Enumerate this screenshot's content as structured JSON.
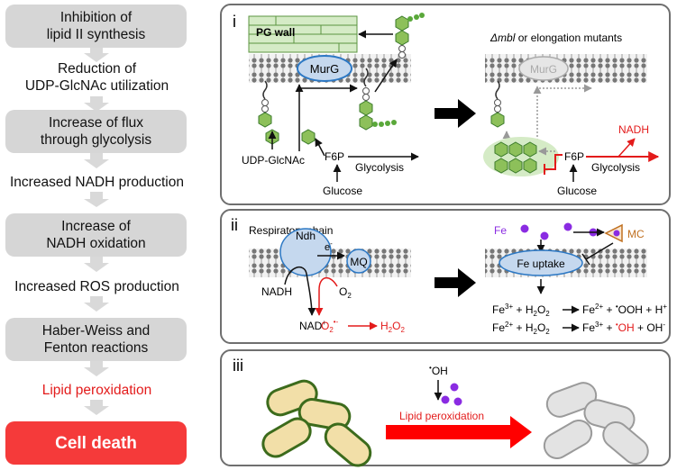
{
  "flow": {
    "steps": [
      {
        "text": "Inhibition of\nlipid II synthesis",
        "kind": "box"
      },
      {
        "text": "Reduction of\nUDP-GlcNAc utilization",
        "kind": "plain"
      },
      {
        "text": "Increase of flux\nthrough glycolysis",
        "kind": "box"
      },
      {
        "text": "Increased NADH production",
        "kind": "plain"
      },
      {
        "text": "Increase of\nNADH oxidation",
        "kind": "box"
      },
      {
        "text": "Increased ROS production",
        "kind": "plain"
      },
      {
        "text": "Haber-Weiss and\nFenton reactions",
        "kind": "box"
      },
      {
        "text": "Lipid peroxidation",
        "kind": "plain-red"
      },
      {
        "text": "Cell death",
        "kind": "death"
      }
    ]
  },
  "panel_i": {
    "label": "i",
    "pg_wall": "PG wall",
    "murg": "MurG",
    "udp_glcnac": "UDP-GlcNAc",
    "f6p": "F6P",
    "glycolysis": "Glycolysis",
    "glucose": "Glucose",
    "mutant_title_italic": "Δmbl",
    "mutant_title_rest": " or elongation mutants",
    "nadh": "NADH",
    "f6p_right": "F6P",
    "glycolysis_right": "Glycolysis",
    "glucose_right": "Glucose"
  },
  "panel_ii": {
    "label": "ii",
    "respiratory_chain": "Respiratory chain",
    "ndh": "Ndh",
    "mq": "MQ",
    "electron": "e",
    "electron_sup": "-",
    "nadh": "NADH",
    "nad": "NAD",
    "nad_sup": "+",
    "o2": "O",
    "o2_sub": "2",
    "superoxide": "O",
    "superoxide_sub": "2",
    "superoxide_sup": "•-",
    "h2o2": "H",
    "h2o2_a": "2",
    "h2o2_b": "O",
    "h2o2_c": "2",
    "fe": "Fe",
    "mc": "MC",
    "fe_uptake": "Fe uptake",
    "reaction1": {
      "r1": "Fe",
      "r1_sup": "3+",
      "plus1": " + H",
      "h2": "2",
      "o": "O",
      "o2": "2",
      "p1": "Fe",
      "p1_sup": "2+",
      "rest_a": " + ",
      "rad": "•",
      "rest_b": "OOH + H",
      "rest_sup": "+"
    },
    "reaction2": {
      "r1": "Fe",
      "r1_sup": "2+",
      "plus1": " + H",
      "h2": "2",
      "o": "O",
      "o2": "2",
      "p1": "Fe",
      "p1_sup": "3+",
      "rest_a": " + ",
      "rad": "•",
      "oh": "OH",
      "rest_b": " + OH",
      "rest_sup": "-"
    }
  },
  "panel_iii": {
    "label": "iii",
    "radical": "•",
    "oh": "OH",
    "lipid_peroxidation": "Lipid peroxidation"
  },
  "colors": {
    "box_gray": "#d6d6d6",
    "death_red": "#f53a3a",
    "accent_red": "#e31b1b",
    "green": "#3a7a2a",
    "light_green": "#8dc05a",
    "blue_fill": "#c5d8ee",
    "blue_stroke": "#2c78c4",
    "purple": "#8a2be2",
    "bacteria_fill": "#f2dfa8",
    "bacteria_stroke": "#3c6b1c",
    "gray_cell": "#e0e0e0"
  }
}
